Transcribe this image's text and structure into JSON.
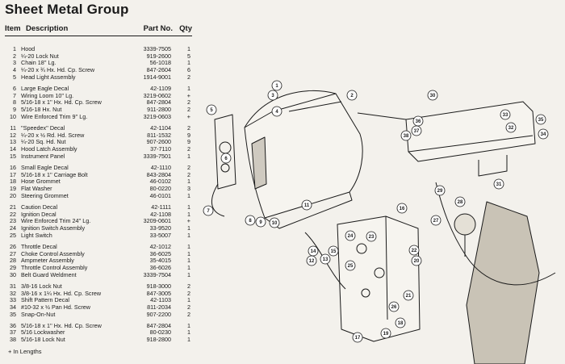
{
  "title": "Sheet Metal Group",
  "table": {
    "headers": {
      "item": "Item",
      "description": "Description",
      "part_no": "Part No.",
      "qty": "Qty"
    },
    "groups": [
      [
        {
          "item": "1",
          "description": "Hood",
          "part_no": "3339-7505",
          "qty": "1"
        },
        {
          "item": "2",
          "description": "¼-20 Lock Nut",
          "part_no": "919-2600",
          "qty": "5"
        },
        {
          "item": "3",
          "description": "Chain 18'' Lg.",
          "part_no": "56-1018",
          "qty": "1"
        },
        {
          "item": "4",
          "description": "¼-20 x ¾ Hx. Hd. Cp. Screw",
          "part_no": "847-2604",
          "qty": "6"
        },
        {
          "item": "5",
          "description": "Head Light Assembly",
          "part_no": "1914-9001",
          "qty": "2"
        }
      ],
      [
        {
          "item": "6",
          "description": "Large Eagle Decal",
          "part_no": "42-1109",
          "qty": "1"
        },
        {
          "item": "7",
          "description": "Wiring Loom 10'' Lg.",
          "part_no": "3219-0602",
          "qty": "+"
        },
        {
          "item": "8",
          "description": "5/16-18 x 1'' Hx. Hd. Cp. Screw",
          "part_no": "847-2804",
          "qty": "2"
        },
        {
          "item": "9",
          "description": "5/16-18 Hx. Nut",
          "part_no": "911-2800",
          "qty": "2"
        },
        {
          "item": "10",
          "description": "Wire Enforced Trim 9'' Lg.",
          "part_no": "3219-0603",
          "qty": "+"
        }
      ],
      [
        {
          "item": "11",
          "description": "''Speedex'' Decal",
          "part_no": "42-1104",
          "qty": "2"
        },
        {
          "item": "12",
          "description": "¼-20 x ½ Rd. Hd. Screw",
          "part_no": "811-1532",
          "qty": "9"
        },
        {
          "item": "13",
          "description": "¼-20 Sq. Hd. Nut",
          "part_no": "907-2600",
          "qty": "9"
        },
        {
          "item": "14",
          "description": "Hood Latch Assembly",
          "part_no": "37-7110",
          "qty": "2"
        },
        {
          "item": "15",
          "description": "Instrument Panel",
          "part_no": "3339-7501",
          "qty": "1"
        }
      ],
      [
        {
          "item": "16",
          "description": "Small Eagle Decal",
          "part_no": "42-1110",
          "qty": "2"
        },
        {
          "item": "17",
          "description": "5/16-18 x 1'' Carriage Bolt",
          "part_no": "843-2804",
          "qty": "2"
        },
        {
          "item": "18",
          "description": "Hose Grommet",
          "part_no": "46-0102",
          "qty": "1"
        },
        {
          "item": "19",
          "description": "Flat Washer",
          "part_no": "80-0220",
          "qty": "3"
        },
        {
          "item": "20",
          "description": "Steering Grommet",
          "part_no": "46-0101",
          "qty": "1"
        }
      ],
      [
        {
          "item": "21",
          "description": "Caution Decal",
          "part_no": "42-1111",
          "qty": "1"
        },
        {
          "item": "22",
          "description": "Ignition Decal",
          "part_no": "42-1108",
          "qty": "1"
        },
        {
          "item": "23",
          "description": "Wire Enforced Trim 24'' Lg.",
          "part_no": "3209-0601",
          "qty": "+"
        },
        {
          "item": "24",
          "description": "Ignition Switch Assembly",
          "part_no": "33-9520",
          "qty": "1"
        },
        {
          "item": "25",
          "description": "Light Switch",
          "part_no": "33-5007",
          "qty": "1"
        }
      ],
      [
        {
          "item": "26",
          "description": "Throttle Decal",
          "part_no": "42-1012",
          "qty": "1"
        },
        {
          "item": "27",
          "description": "Choke Control Assembly",
          "part_no": "36-6025",
          "qty": "1"
        },
        {
          "item": "28",
          "description": "Ampmeter Assembly",
          "part_no": "35-4015",
          "qty": "1"
        },
        {
          "item": "29",
          "description": "Throttle Control Assembly",
          "part_no": "36-6026",
          "qty": "1"
        },
        {
          "item": "30",
          "description": "Belt Guard Weldment",
          "part_no": "3339-7504",
          "qty": "1"
        }
      ],
      [
        {
          "item": "31",
          "description": "3/8-16 Lock Nut",
          "part_no": "918-3000",
          "qty": "2"
        },
        {
          "item": "32",
          "description": "3/8-16 x 1¼ Hx. Hd. Cp. Screw",
          "part_no": "847-3005",
          "qty": "2"
        },
        {
          "item": "33",
          "description": "Shift Pattern Decal",
          "part_no": "42-1103",
          "qty": "1"
        },
        {
          "item": "34",
          "description": "#10-32 x ½ Pan Hd. Screw",
          "part_no": "811-2034",
          "qty": "2"
        },
        {
          "item": "35",
          "description": "Snap-On-Nut",
          "part_no": "907-2200",
          "qty": "2"
        }
      ],
      [
        {
          "item": "36",
          "description": "5/16-18 x 1'' Hx. Hd. Cp. Screw",
          "part_no": "847-2804",
          "qty": "1"
        },
        {
          "item": "37",
          "description": "5/16 Lockwasher",
          "part_no": "80-0230",
          "qty": "1"
        },
        {
          "item": "38",
          "description": "5/16-18 Lock Nut",
          "part_no": "918-2800",
          "qty": "1"
        }
      ]
    ]
  },
  "footnote": "+ In Lengths",
  "callouts": [
    "1",
    "2",
    "3",
    "4",
    "5",
    "6",
    "7",
    "8",
    "9",
    "10",
    "11",
    "12",
    "13",
    "14",
    "15",
    "16",
    "17",
    "18",
    "19",
    "20",
    "21",
    "22",
    "23",
    "24",
    "25",
    "26",
    "27",
    "28",
    "29",
    "30",
    "31",
    "32",
    "33",
    "34",
    "35",
    "36",
    "37",
    "38"
  ],
  "colors": {
    "ink": "#1a1a1a",
    "paper": "#f3f1ec"
  }
}
